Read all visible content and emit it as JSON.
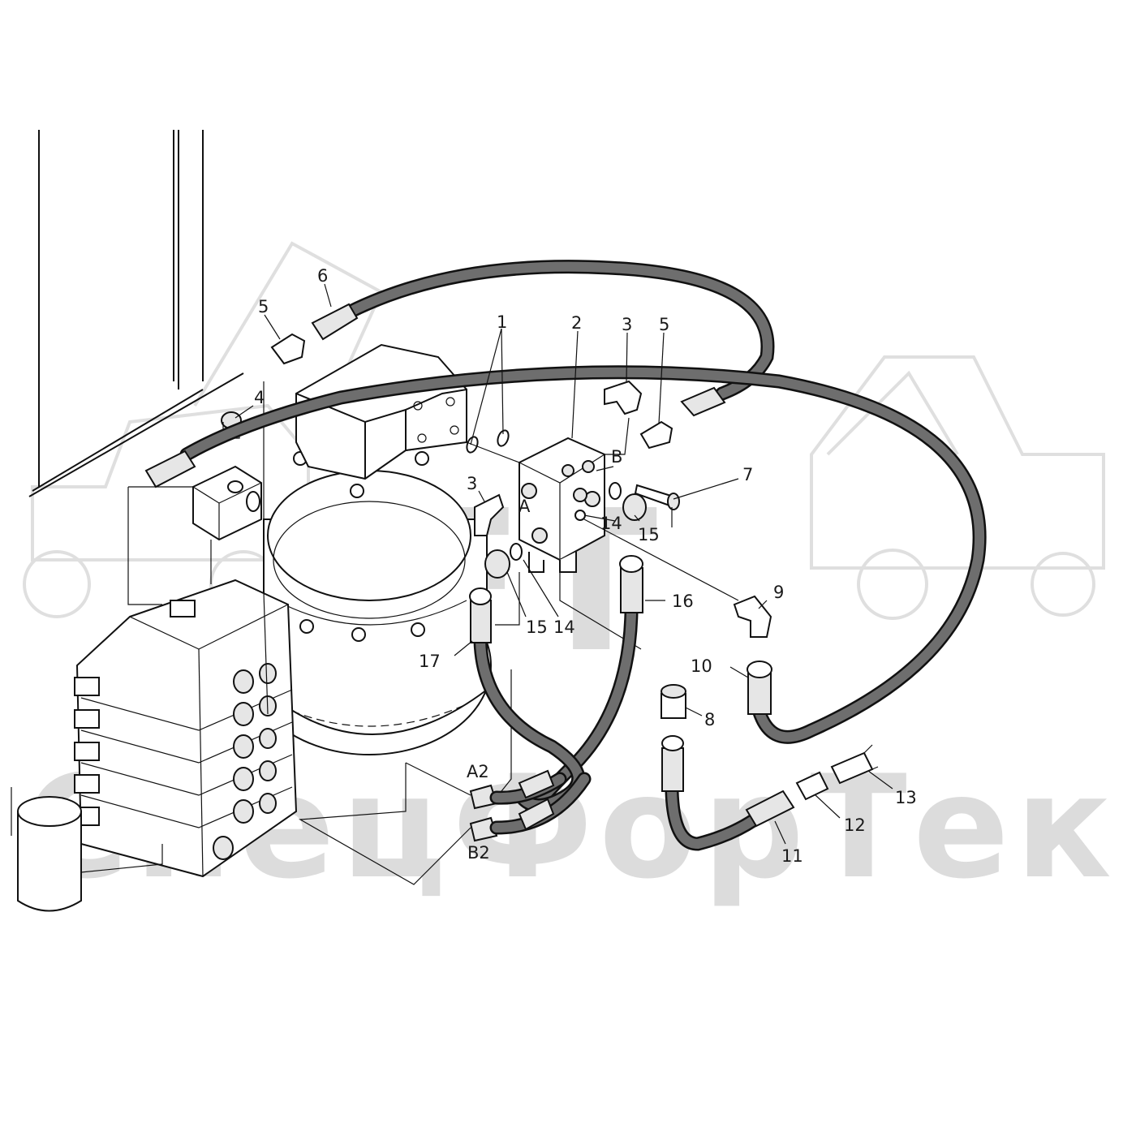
{
  "watermark": {
    "brand_logo": "SFT",
    "brand_name": "СпецФорТек",
    "color": "#d9d9d9"
  },
  "callouts": [
    {
      "id": "c1",
      "label": "1"
    },
    {
      "id": "c2",
      "label": "2"
    },
    {
      "id": "c3a",
      "label": "3"
    },
    {
      "id": "c3b",
      "label": "3"
    },
    {
      "id": "c4",
      "label": "4"
    },
    {
      "id": "c5a",
      "label": "5"
    },
    {
      "id": "c5b",
      "label": "5"
    },
    {
      "id": "c6",
      "label": "6"
    },
    {
      "id": "c7",
      "label": "7"
    },
    {
      "id": "c8",
      "label": "8"
    },
    {
      "id": "c9",
      "label": "9"
    },
    {
      "id": "c10",
      "label": "10"
    },
    {
      "id": "c11",
      "label": "11"
    },
    {
      "id": "c12",
      "label": "12"
    },
    {
      "id": "c13",
      "label": "13"
    },
    {
      "id": "c14a",
      "label": "14"
    },
    {
      "id": "c14b",
      "label": "14"
    },
    {
      "id": "c15a",
      "label": "15"
    },
    {
      "id": "c15b",
      "label": "15"
    },
    {
      "id": "c16",
      "label": "16"
    },
    {
      "id": "c17",
      "label": "17"
    }
  ],
  "ports": {
    "a": "A",
    "b": "B",
    "a2": "A2",
    "b2": "B2"
  },
  "colors": {
    "line": "#111111",
    "hose": "#6e6e6e",
    "background": "#ffffff"
  }
}
